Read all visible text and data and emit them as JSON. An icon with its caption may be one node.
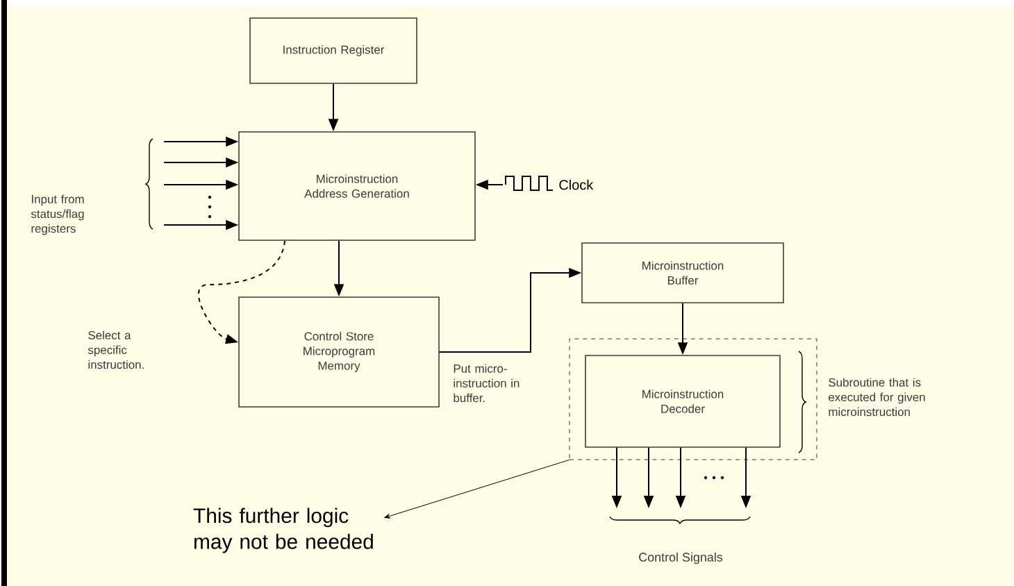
{
  "diagram": {
    "nodes": [
      {
        "text": [
          "Instruction Register"
        ]
      },
      {
        "text": [
          "Microinstruction Address Generation"
        ]
      },
      {
        "text": [
          "Control Store Microprogram Memory"
        ]
      },
      {
        "text": [
          "Microinstruction Buffer"
        ]
      },
      {
        "text": [],
        "shape": "box",
        "beside": [
          "Subroutine that is executed for given microinstruction"
        ]
      },
      {
        "text": [
          "Microinstruction Decoder"
        ],
        "in": 4
      },
      {
        "text": [
          "Clock"
        ]
      },
      {
        "text": [
          "This further logic may not be needed"
        ]
      }
    ],
    "edges": [
      {
        "from": 0,
        "to": 1,
        "arrow": "to"
      },
      {
        "from": 1,
        "to": 2,
        "arrow": "to"
      },
      {
        "from": 1,
        "to": 2,
        "arrow": "to",
        "style": "dashed"
      },
      {
        "from": 2,
        "to": 3,
        "arrow": "to"
      },
      {
        "from": 3,
        "to": 5,
        "arrow": "to"
      },
      {
        "from": 6,
        "to": 1,
        "arrow": "to"
      },
      {
        "from": null,
        "to": 1,
        "arrow": "to"
      },
      {
        "from": null,
        "to": 1,
        "arrow": "to"
      },
      {
        "from": null,
        "to": 1,
        "arrow": "to"
      },
      {
        "from": null,
        "to": 1,
        "arrow": "to"
      },
      {
        "from": 5,
        "to": null,
        "arrow": "to"
      },
      {
        "from": 5,
        "to": null,
        "arrow": "to"
      },
      {
        "from": 5,
        "to": null,
        "arrow": "to"
      },
      {
        "from": 5,
        "to": null,
        "arrow": "to"
      },
      {
        "from": 4,
        "to": 7,
        "arrow": "to"
      }
    ],
    "labels": [
      "Input from status/flag registers",
      "Select a specific instruction.",
      "Put micro-instruction in buffer.",
      "Control Signals"
    ]
  }
}
